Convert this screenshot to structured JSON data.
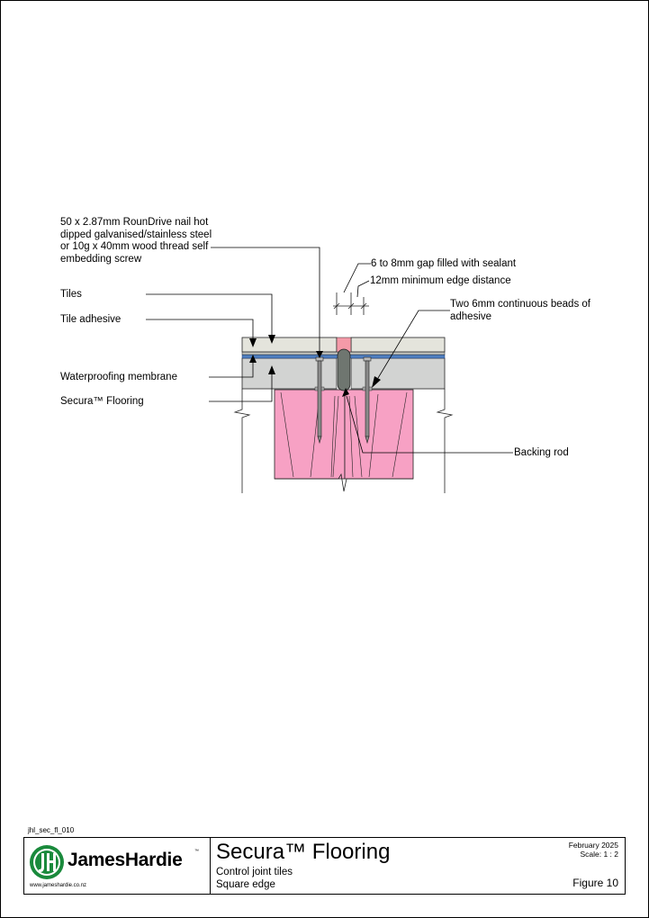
{
  "labels": {
    "nail": "50 x 2.87mm RounDrive nail hot dipped galvanised/stainless steel or 10g x 40mm wood thread self embedding screw",
    "tiles": "Tiles",
    "tile_adhesive": "Tile adhesive",
    "waterproofing": "Waterproofing membrane",
    "flooring": "Secura™ Flooring",
    "gap": "6 to 8mm gap filled with sealant",
    "edge_distance": "12mm minimum edge distance",
    "beads": "Two 6mm continuous beads of adhesive",
    "backing_rod": "Backing rod"
  },
  "drawing_code": "jhl_sec_fl_010",
  "title_block": {
    "brand": "JamesHardie",
    "trademark": "™",
    "website": "www.jameshardie.co.nz",
    "title": "Secura™ Flooring",
    "subtitle_line1": "Control joint tiles",
    "subtitle_line2": "Square edge",
    "date": "February 2025",
    "scale": "Scale: 1 : 2",
    "figure": "Figure 10"
  },
  "colors": {
    "timber": "#f7a1c4",
    "tile": "#e4e4dc",
    "flooring_board": "#d2d3d2",
    "membrane": "#4f7fc0",
    "sealant": "#f49aa8",
    "backing_rod": "#6f7670",
    "brand_green": "#1a8a3c"
  }
}
